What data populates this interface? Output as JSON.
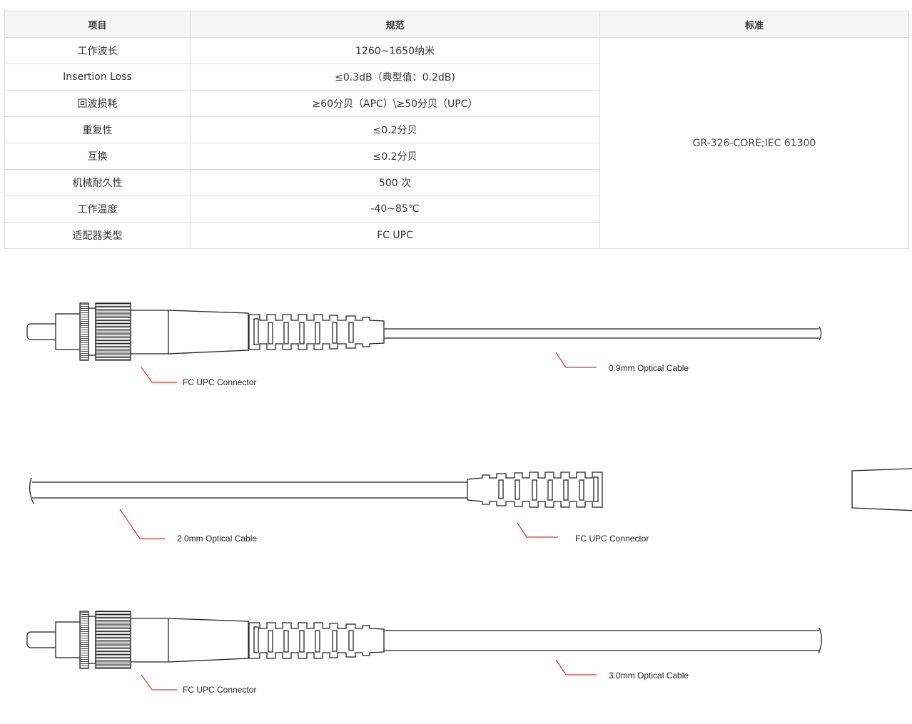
{
  "table": {
    "headers": [
      "项目",
      "规范",
      "标准"
    ],
    "rows": [
      {
        "item": "工作波长",
        "spec": "1260~1650纳米"
      },
      {
        "item": "Insertion Loss",
        "spec": "≤0.3dB（典型值：0.2dB)"
      },
      {
        "item": "回波损耗",
        "spec": "≥60分贝（APC）\\≥50分贝（UPC）"
      },
      {
        "item": "重复性",
        "spec": "≤0.2分贝"
      },
      {
        "item": "互换",
        "spec": "≤0.2分贝"
      },
      {
        "item": "机械耐久性",
        "spec": "500 次"
      },
      {
        "item": "工作温度",
        "spec": "-40~85℃"
      },
      {
        "item": "适配器类型",
        "spec": "FC UPC"
      }
    ],
    "standard": "GR-326-CORE;IEC 61300"
  },
  "diagrams": [
    {
      "connector_label": "FC UPC Connector",
      "cable_label": "0.9mm Optical Cable"
    },
    {
      "connector_label": "FC UPC Connector",
      "cable_label": "2.0mm Optical Cable"
    },
    {
      "connector_label": "FC UPC Connector",
      "cable_label": "3.0mm Optical Cable"
    }
  ],
  "colors": {
    "leader_line": "#e0322b",
    "outline": "#222222",
    "border": "#dcdcdc",
    "header_bg": "#f5f5f5"
  }
}
